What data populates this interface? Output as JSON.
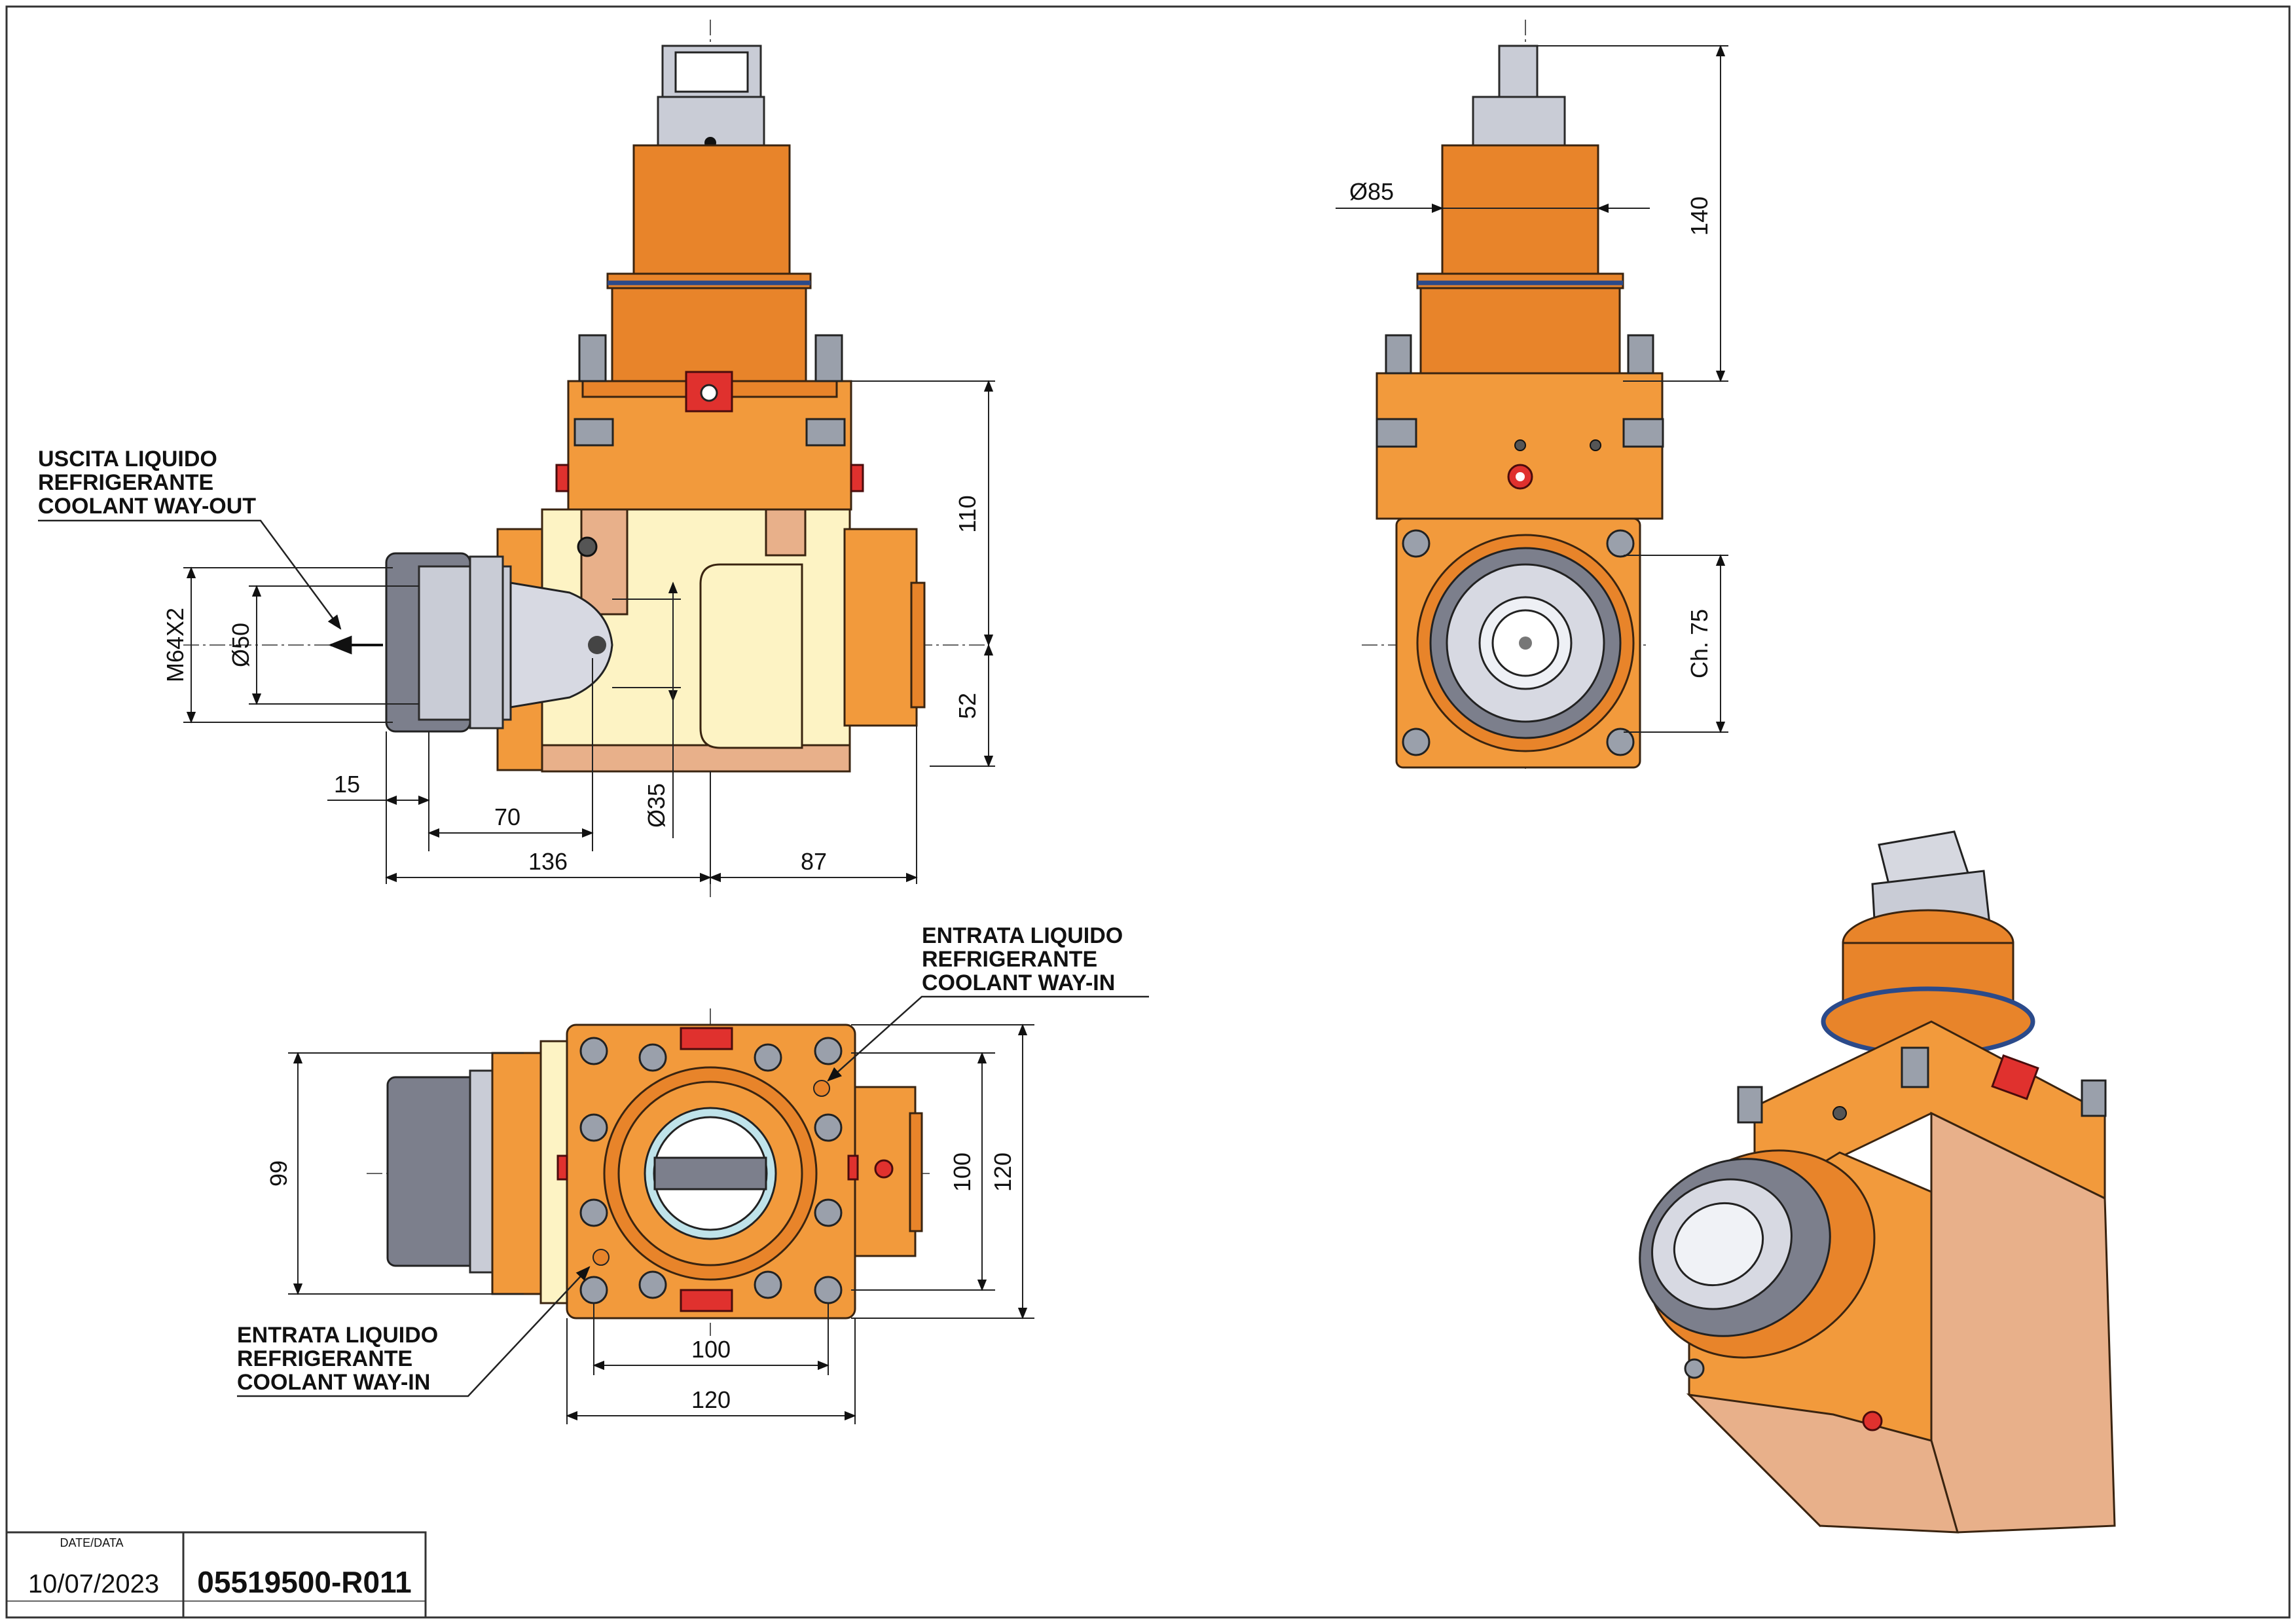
{
  "dimensions": {
    "d85": "Ø85",
    "l140": "140",
    "l110": "110",
    "l52": "52",
    "ch75": "Ch. 75",
    "m64": "M64X2",
    "d50": "Ø50",
    "d35": "Ø35",
    "l15": "15",
    "l70": "70",
    "l136": "136",
    "l87": "87",
    "l99": "99",
    "l100v": "100",
    "l120v": "120",
    "l100h": "100",
    "l120h": "120"
  },
  "notes": {
    "coolant_out": [
      "USCITA LIQUIDO",
      "REFRIGERANTE",
      "COOLANT WAY-OUT"
    ],
    "coolant_in_top": [
      "ENTRATA LIQUIDO",
      "REFRIGERANTE",
      "COOLANT WAY-IN"
    ],
    "coolant_in_bottom": [
      "ENTRATA LIQUIDO",
      "REFRIGERANTE",
      "COOLANT WAY-IN"
    ]
  },
  "title_block": {
    "date_label": "DATE/DATA",
    "date": "10/07/2023",
    "code": "05519500-R011"
  },
  "colors": {
    "body": "#e8842a",
    "housing": "#fdf3c4",
    "copper": "#e8b08a",
    "collet": "#c9ccd6",
    "marker": "#e0312e",
    "seal": "#2b4a8a"
  }
}
